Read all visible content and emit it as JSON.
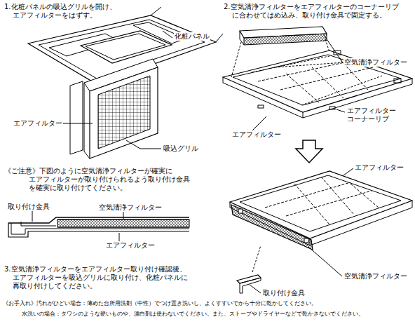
{
  "diagram": {
    "labels": [
      "1.化粧パネルの吸込グリルを開け、",
      "エアフィルターをはずす。",
      "化粧パネル",
      "エアフィルター",
      "吸込グリル",
      "2.空気清浄フィルターをエアフィルターのコーナーリブ",
      "に合わせてはめ込み、取り付け金具で固定する。",
      "空気清浄フィルター",
      "エアフィルター",
      "コーナーリブ",
      "エアフィルター",
      "《ご注意》下図のように空気清浄フィルターが確実に",
      "エアフィルターが取り付けられるよう取り付け金具",
      "を確実に取り付けてください。",
      "取り付け金具",
      "空気清浄フィルター",
      "エアフィルター",
      "3.空気清浄フィルターをエアフィルター取り付け確認後、",
      "エアフィルターを吸込グリルに取り付け、化粧パネルに",
      "再取り付けしてください。",
      "エアフィルター",
      "空気清浄フィルター",
      "取り付け金具",
      "《お手入れ》汚れがひどい場合：薄めた台所用洗剤（中性）でつけ置き洗いし、よくすすいでから十分に乾かしてください。",
      "水洗いの場合：タワシのような硬いものや、漂白剤は使わないでください。また、ストーブやドライヤーなどで乾かさないでください。"
    ]
  }
}
